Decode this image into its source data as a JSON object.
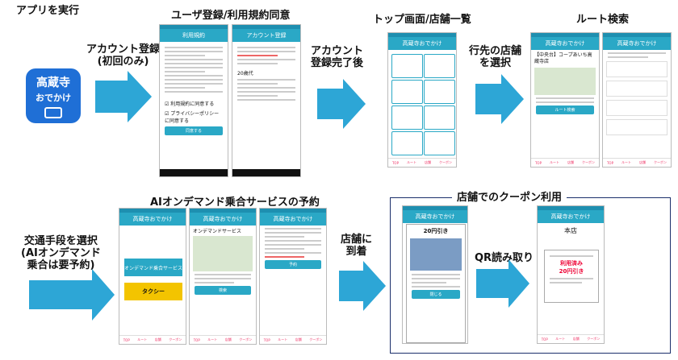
{
  "steps": {
    "launch": "アプリを実行",
    "register": "ユーザ登録/利用規約同意",
    "top": "トップ画面/店舗一覧",
    "route": "ルート検索",
    "ai": "AIオンデマンド乗合サービスの予約",
    "coupon": "店舗でのクーポン利用"
  },
  "arrows": {
    "account": "アカウント登録\n(初回のみ)",
    "done": "アカウント\n登録完了後",
    "select_store": "行先の店舗\nを選択",
    "transport": "交通手段を選択\n(AIオンデマンド\n乗合は要予約)",
    "arrive": "店舗に\n到着",
    "qr": "QR読み取り"
  },
  "app_icon": {
    "line1": "高蔵寺",
    "line2": "おでかけ"
  },
  "screens": {
    "terms_title": "利用規約",
    "account_title": "アカウント登録",
    "agree_terms": "利用規約に同意する",
    "agree_privacy": "プライバシーポリシーに同意する",
    "agree_btn": "同意する",
    "age": "20歳代",
    "store": "【中央台】コープあいち高蔵寺店",
    "ondemand_title": "オンデマンドサービス",
    "ondemand_btn": "オンデマンド乗合サービス",
    "taxi_btn": "タクシー",
    "coupon_title": "20円引き",
    "coupon_btn": "閉じる",
    "used_label": "利用済み",
    "used_value": "20円引き",
    "branch": "本店"
  },
  "colors": {
    "accent": "#2aa8c6",
    "arrow": "#2da6d6",
    "app_icon": "#1f6fd6",
    "taxi": "#f3c400"
  }
}
